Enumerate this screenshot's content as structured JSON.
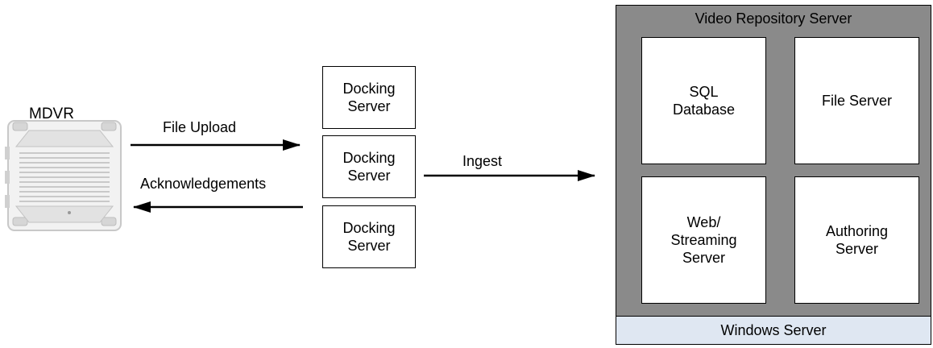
{
  "device": {
    "label": "MDVR",
    "icon": "mdvr-device-icon"
  },
  "flows": {
    "upload_label": "File Upload",
    "ack_label": "Acknowledgements",
    "ingest_label": "Ingest"
  },
  "docking_servers": [
    {
      "label": "Docking\nServer"
    },
    {
      "label": "Docking\nServer"
    },
    {
      "label": "Docking\nServer"
    }
  ],
  "repository": {
    "title": "Video Repository Server",
    "components": [
      {
        "label": "SQL\nDatabase"
      },
      {
        "label": "File Server"
      },
      {
        "label": "Web/\nStreaming\nServer"
      },
      {
        "label": "Authoring\nServer"
      }
    ],
    "os_label": "Windows Server"
  },
  "colors": {
    "repository_fill": "#8a8a8a",
    "os_bar_fill": "#dfe7f2",
    "device_body": "#e6e6e6"
  }
}
